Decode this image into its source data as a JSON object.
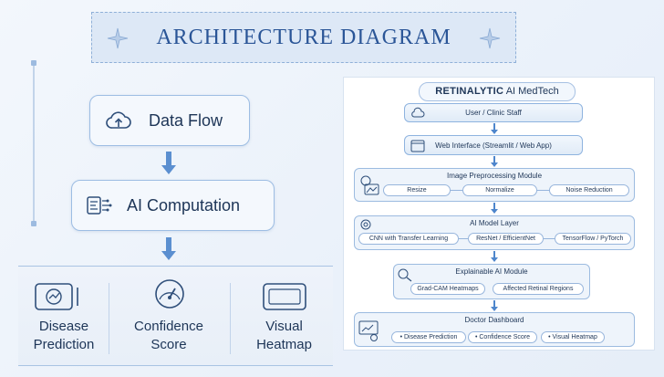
{
  "title": "ARCHITECTURE DIAGRAM",
  "left": {
    "data_flow": "Data Flow",
    "ai_computation": "AI Computation",
    "outputs": [
      {
        "line1": "Disease",
        "line2": "Prediction"
      },
      {
        "line1": "Confidence",
        "line2": "Score"
      },
      {
        "line1": "Visual",
        "line2": "Heatmap"
      }
    ]
  },
  "panel": {
    "brand_bold": "RETINALYTIC",
    "brand_rest": "AI MedTech",
    "user": "User / Clinic Staff",
    "web": "Web Interface (Streamlit / Web App)",
    "preprocessing": {
      "title": "Image Preprocessing Module",
      "items": [
        "Resize",
        "Normalize",
        "Noise Reduction"
      ]
    },
    "model": {
      "title": "AI Model Layer",
      "items": [
        "CNN with Transfer Learning",
        "ResNet / EfficientNet",
        "TensorFlow / PyTorch"
      ]
    },
    "explainable": {
      "title": "Explainable AI Module",
      "items": [
        "Grad-CAM Heatmaps",
        "Affected Retinal Regions"
      ]
    },
    "dashboard": {
      "title": "Doctor Dashboard",
      "items": [
        "• Disease Prediction",
        "• Confidence Score",
        "• Visual Heatmap"
      ]
    }
  },
  "colors": {
    "accent": "#2a5597",
    "border": "#9dbde3",
    "arrow": "#5b8fd0"
  }
}
